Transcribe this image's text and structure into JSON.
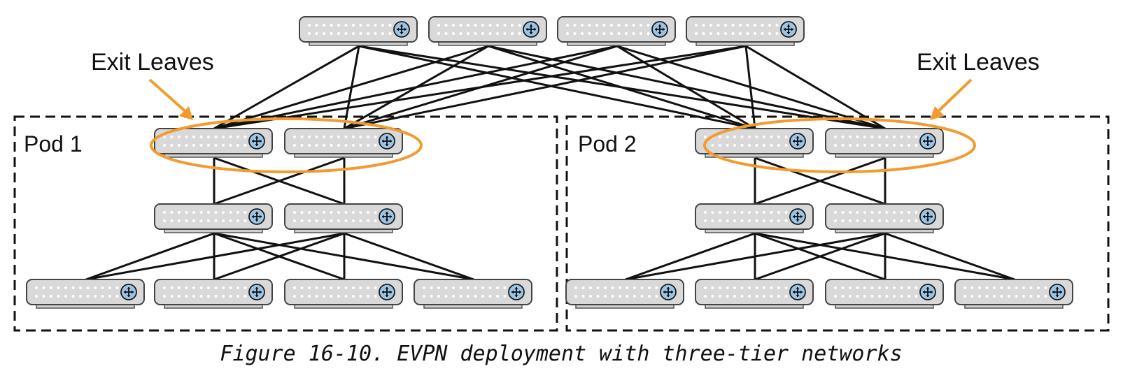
{
  "diagram": {
    "caption": "Figure 16-10. EVPN deployment with three-tier networks",
    "pods": [
      {
        "label": "Pod 1"
      },
      {
        "label": "Pod 2"
      }
    ],
    "exit_leaves_labels": [
      "Exit Leaves",
      "Exit Leaves"
    ],
    "colors": {
      "line": "#111111",
      "highlight": "#f29b2f",
      "device_body": "#d9d9d9",
      "device_port": "#ffffff",
      "router_icon": "#9cc4e4"
    },
    "icons": {
      "device": "network-switch-icon",
      "router_glyph": "router-crossarrows-icon"
    }
  }
}
